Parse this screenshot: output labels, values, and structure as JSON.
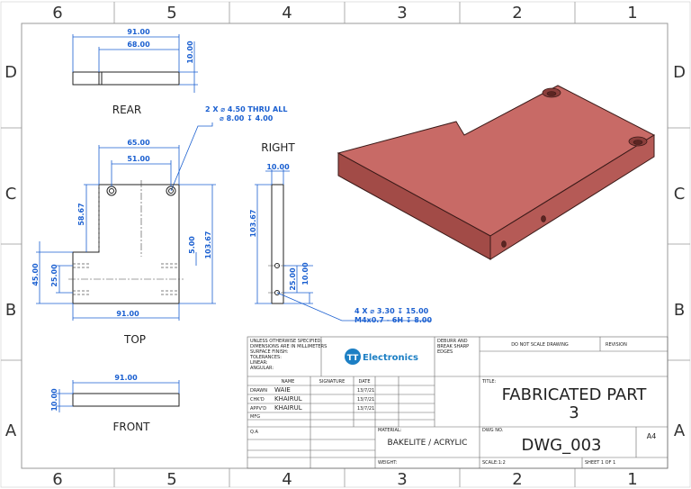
{
  "zones": {
    "columns": [
      "6",
      "5",
      "4",
      "3",
      "2",
      "1"
    ],
    "rows": [
      "D",
      "C",
      "B",
      "A"
    ]
  },
  "views": {
    "rear": {
      "label": "REAR",
      "dims": {
        "overall": "91.00",
        "partial": "68.00",
        "height": "10.00"
      }
    },
    "top": {
      "label": "TOP",
      "dims": {
        "width_top": "65.00",
        "hole_spacing": "51.00",
        "bottom": "91.00",
        "left_h": "58.67",
        "right_h": "103.67",
        "inner_h": "5.00",
        "h45": "45.00",
        "h25": "25.00"
      }
    },
    "right": {
      "label": "RIGHT",
      "dims": {
        "width": "10.00",
        "height": "103.67",
        "h25": "25.00",
        "h10": "10.00"
      }
    },
    "front": {
      "label": "FRONT",
      "dims": {
        "width": "91.00",
        "height": "10.00"
      }
    },
    "iso": {
      "face_color": "#c86a66",
      "side_color": "#a24b47",
      "edge_color": "#3a1a18"
    }
  },
  "callouts": {
    "top_hole_line1": "2 X ⌀ 4.50 THRU ALL",
    "top_hole_line2": "⌀ 8.00 ↧ 4.00",
    "side_hole_line1": "4 X ⌀ 3.30 ↧ 15.00",
    "side_hole_line2": "M4x0.7 - 6H ↧ 8.00"
  },
  "title_block": {
    "notes": [
      "UNLESS OTHERWISE SPECIFIED:",
      "DIMENSIONS ARE IN MILLIMETERS",
      "SURFACE FINISH:",
      "TOLERANCES:",
      "   LINEAR:",
      "   ANGULAR:"
    ],
    "logo_mark": "TT",
    "logo_text": "Electronics",
    "logo_color": "#1c7fc4",
    "deburr": [
      "DEBURR AND",
      "BREAK SHARP",
      "EDGES"
    ],
    "no_scale": "DO NOT SCALE DRAWING",
    "revision": "REVISION",
    "headers": {
      "name": "NAME",
      "signature": "SIGNATURE",
      "date": "DATE"
    },
    "rows": [
      {
        "role": "DRAWN",
        "name": "WAIE",
        "date": "13/7/21"
      },
      {
        "role": "CHK'D",
        "name": "KHAIRUL",
        "date": "13/7/21"
      },
      {
        "role": "APPV'D",
        "name": "KHAIRUL",
        "date": "13/7/21"
      },
      {
        "role": "MFG",
        "name": "",
        "date": ""
      },
      {
        "role": "Q.A",
        "name": "",
        "date": ""
      }
    ],
    "title_label": "TITLE:",
    "title_line1": "FABRICATED PART",
    "title_line2": "3",
    "material_label": "MATERIAL:",
    "material": "BAKELITE / ACRYLIC",
    "dwg_label": "DWG NO.",
    "dwg_no": "DWG_003",
    "size": "A4",
    "weight_label": "WEIGHT:",
    "scale": "SCALE:1:2",
    "sheet": "SHEET 1 OF 1"
  }
}
